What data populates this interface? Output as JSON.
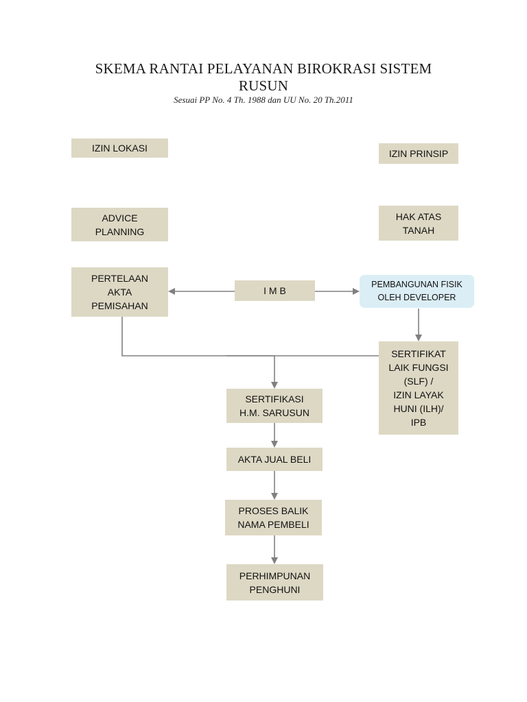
{
  "header": {
    "title_line1": "SKEMA RANTAI PELAYANAN BIROKRASI SISTEM",
    "title_line2": "RUSUN",
    "subtitle": "Sesuai PP No. 4 Th. 1988 dan UU No. 20 Th.2011"
  },
  "nodes": {
    "izin_lokasi": "IZIN LOKASI",
    "izin_prinsip": "IZIN PRINSIP",
    "advice_planning": [
      "ADVICE",
      "PLANNING"
    ],
    "hak_atas_tanah": [
      "HAK ATAS",
      "TANAH"
    ],
    "pertelaan": [
      "PERTELAAN",
      "AKTA",
      "PEMISAHAN"
    ],
    "imb": "I M B",
    "pembangunan": [
      "PEMBANGUNAN FISIK",
      "OLEH DEVELOPER"
    ],
    "slf": [
      "SERTIFIKAT",
      "LAIK FUNGSI",
      "(SLF) /",
      "IZIN LAYAK",
      "HUNI (ILH)/",
      "IPB"
    ],
    "sertifikasi": [
      "SERTIFIKASI",
      "H.M. SARUSUN"
    ],
    "akta_jual_beli": "AKTA JUAL BELI",
    "proses_balik": [
      "PROSES BALIK",
      "NAMA PEMBELI"
    ],
    "perhimpunan": [
      "PERHIMPUNAN",
      "PENGHUNI"
    ]
  },
  "colors": {
    "box_fill": "#ddd8c4",
    "developer_fill": "#dbeef5",
    "connector": "#808080"
  }
}
